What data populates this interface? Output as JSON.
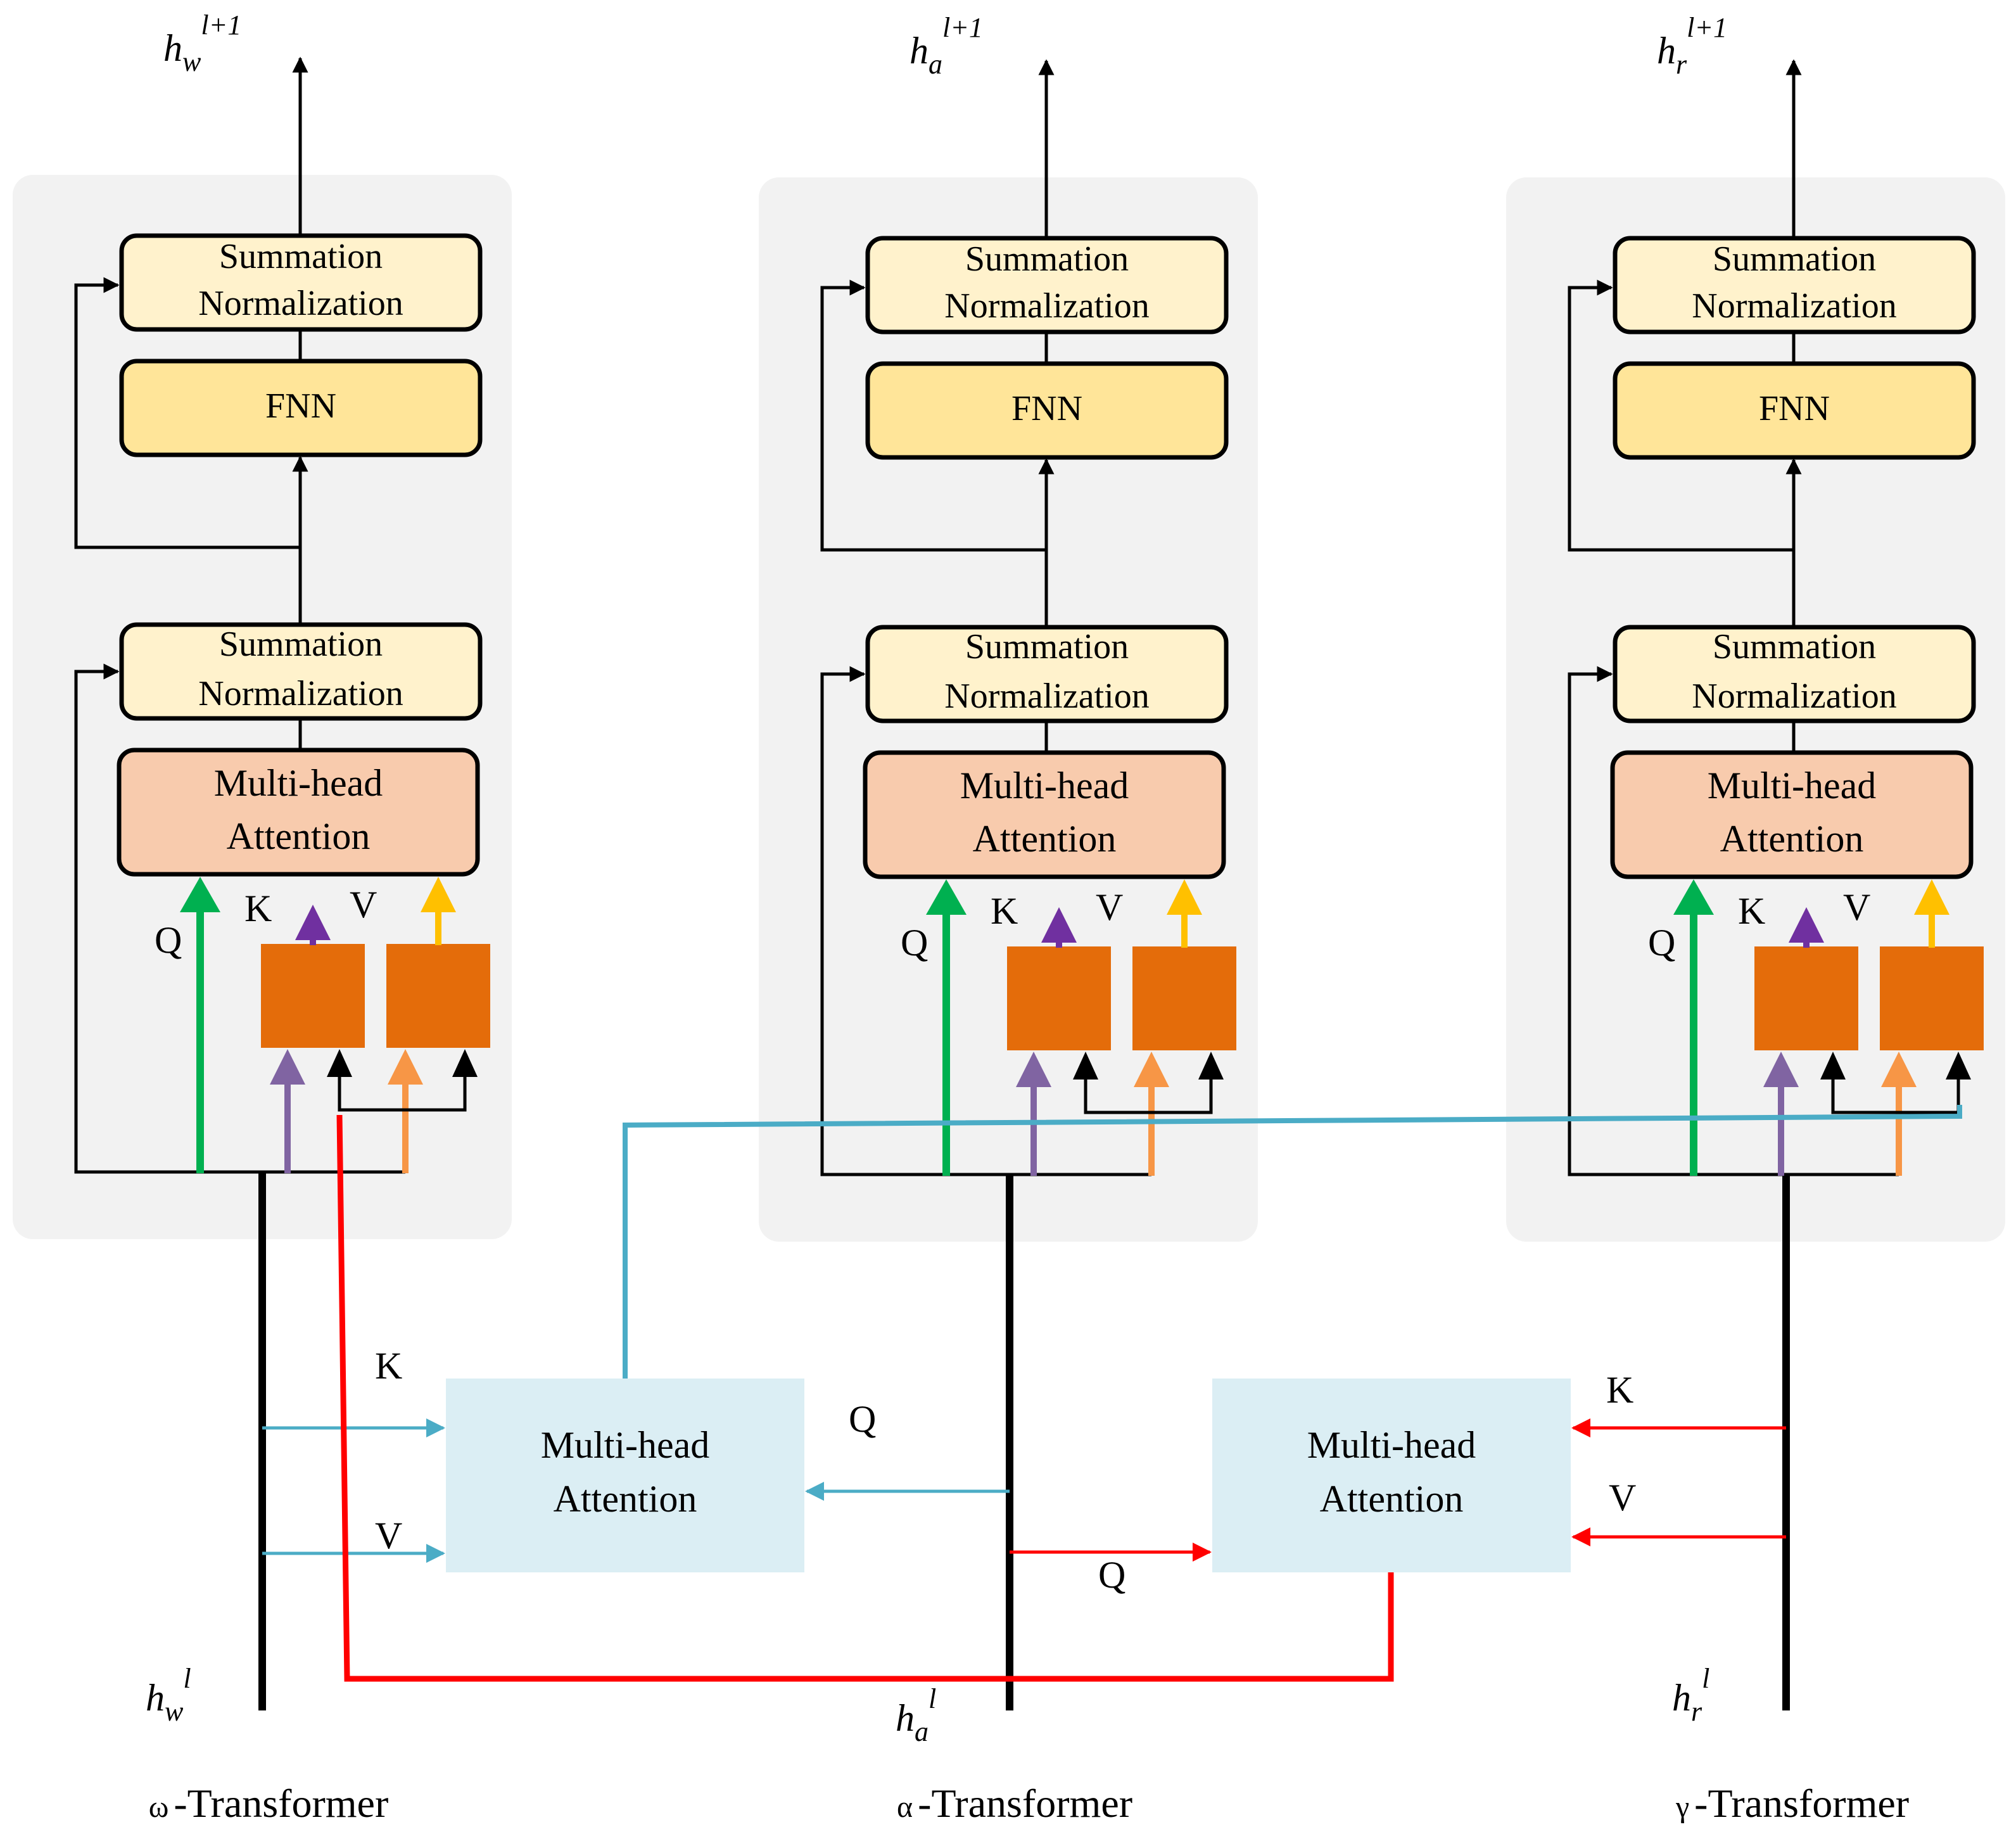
{
  "blocks": [
    {
      "id": "w",
      "out_label": {
        "base": "h",
        "sub": "w",
        "sup": "l+1"
      },
      "in_label": {
        "base": "h",
        "sub": "w",
        "sup": "l"
      },
      "caption_symbol": "ω",
      "caption_text": "-Transformer"
    },
    {
      "id": "a",
      "out_label": {
        "base": "h",
        "sub": "a",
        "sup": "l+1"
      },
      "in_label": {
        "base": "h",
        "sub": "a",
        "sup": "l"
      },
      "caption_symbol": "α",
      "caption_text": "-Transformer"
    },
    {
      "id": "r",
      "out_label": {
        "base": "h",
        "sub": "r",
        "sup": "l+1"
      },
      "in_label": {
        "base": "h",
        "sub": "r",
        "sup": "l"
      },
      "caption_symbol": "γ",
      "caption_text": "-Transformer"
    }
  ],
  "inner": {
    "sumnorm_line1": "Summation",
    "sumnorm_line2": "Normalization",
    "fnn": "FNN",
    "mha_line1": "Multi-head",
    "mha_line2": "Attention",
    "q": "Q",
    "k": "K",
    "v": "V"
  },
  "cross": {
    "left_mha_line1": "Multi-head",
    "left_mha_line2": "Attention",
    "right_mha_line1": "Multi-head",
    "right_mha_line2": "Attention",
    "left_k": "K",
    "left_v": "V",
    "left_q": "Q",
    "right_k": "K",
    "right_v": "V",
    "right_q": "Q"
  },
  "colors": {
    "panel": "#f2f2f2",
    "sumnorm": "#fff2cc",
    "fnn": "#ffe599",
    "mha_inner": "#f8cbad",
    "orange_box": "#e46c0a",
    "cross_mha": "#dbeef4",
    "q_arrow": "#00b050",
    "k_arrow": "#7030a0",
    "v_arrow": "#ffc000",
    "k_in": "#8064a2",
    "v_in": "#f79646",
    "teal": "#4bacc6",
    "red": "#ff0000"
  }
}
